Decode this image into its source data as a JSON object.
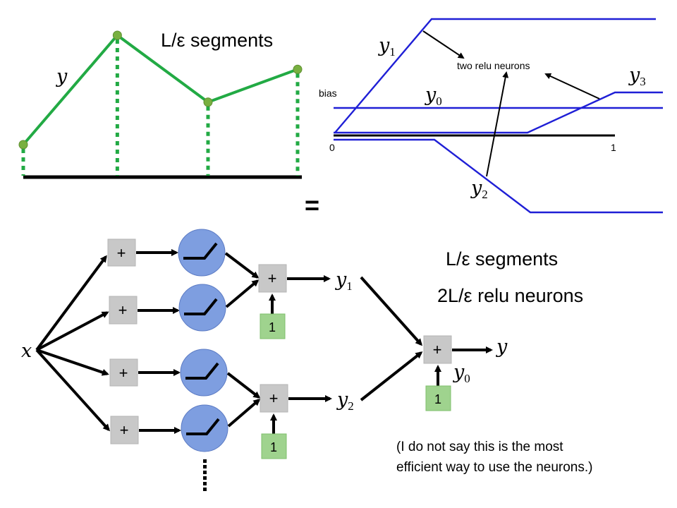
{
  "top_left": {
    "title": "L/ε segments",
    "curve_label": "y",
    "line_color": "#22aa44",
    "point_color": "#78b040",
    "points": [
      {
        "x": 0.0,
        "y": 0.1
      },
      {
        "x": 0.336,
        "y": 1.0
      },
      {
        "x": 0.66,
        "y": 0.45
      },
      {
        "x": 0.98,
        "y": 0.72
      }
    ]
  },
  "equals": "=",
  "top_right": {
    "bias_label": "bias",
    "annotation": "two relu neurons",
    "axis_ticks": [
      "0",
      "1"
    ],
    "line_color": "#1f1fd6",
    "labels": {
      "y0": {
        "base": "y",
        "sub": "0"
      },
      "y1": {
        "base": "y",
        "sub": "1"
      },
      "y2": {
        "base": "y",
        "sub": "2"
      },
      "y3": {
        "base": "y",
        "sub": "3"
      }
    }
  },
  "network": {
    "input": "x",
    "plus_symbol": "+",
    "bias_value": "1",
    "relu_color": "#7e9ee0",
    "plus_color": "#c8c8c8",
    "bias_color": "#9fd38e",
    "outputs": {
      "y1": {
        "base": "y",
        "sub": "1"
      },
      "y2": {
        "base": "y",
        "sub": "2"
      },
      "y0": {
        "base": "y",
        "sub": "0"
      },
      "y": "y"
    },
    "ellipsis": "⋮"
  },
  "notes": {
    "segments": "L/ε segments",
    "neurons": "2L/ε relu neurons",
    "caption_line1": "(I do not say this is the most",
    "caption_line2": "efficient way to use the neurons.)"
  }
}
